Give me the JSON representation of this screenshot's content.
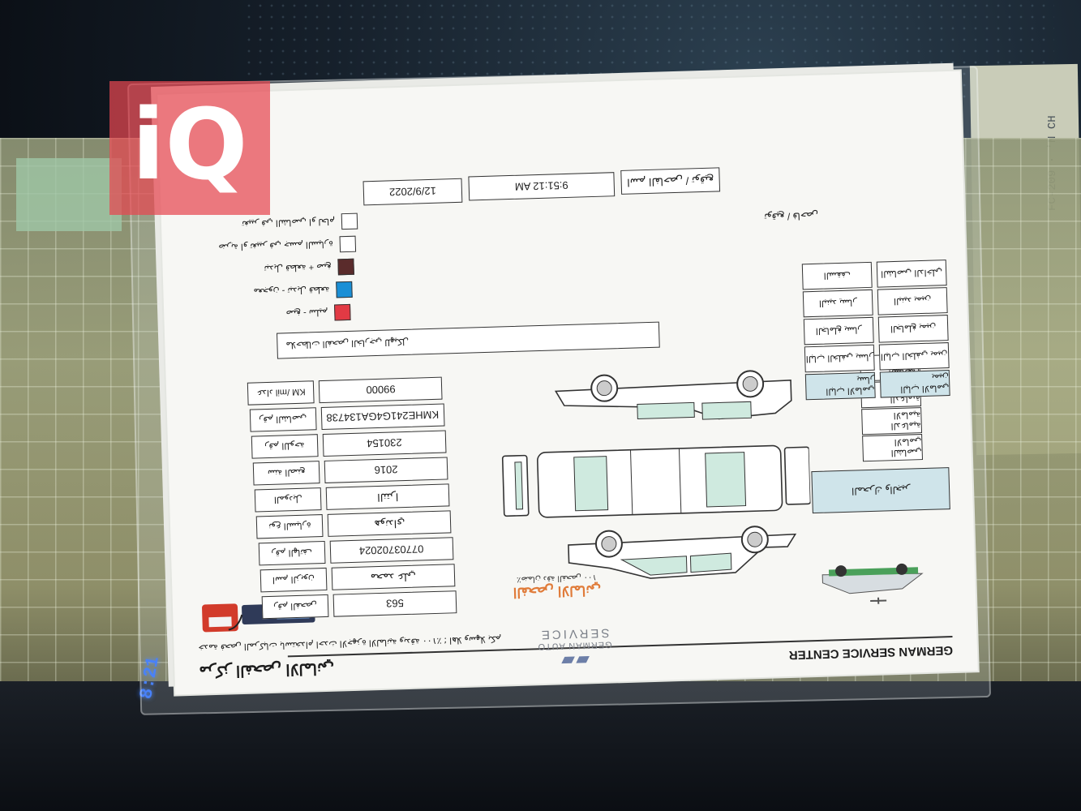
{
  "watermark": {
    "text": "iQ",
    "color": "#e64650"
  },
  "background_text": {
    "right_tag": "FC-209 · 'N CH"
  },
  "led_display": {
    "text": "8:21"
  },
  "form": {
    "header": {
      "company_en": "GERMAN SERVICE CENTER",
      "logo_line1": "GERMAN AUTO",
      "logo_line2": "SERVICE",
      "title_ar": "مركز الفحص الالماني",
      "subtitle_ar": "خدمة فحص المركبات باستخدام احدث الاجهزة الالمانية وبدقة ١٠٠٪ ؛ اهلا وسهلا بكم",
      "section_ar": "الفحص الالماني",
      "subnote_ar": "ضمان دقة الفحص ١٠٠٪"
    },
    "fields": [
      {
        "label": "رقم الفحص",
        "value": "563"
      },
      {
        "label": "اسم الزبون",
        "value": "محمد علي"
      },
      {
        "label": "رقم الهاتف",
        "value": "07703702024"
      },
      {
        "label": "نوع السيارة",
        "value": "هونداي"
      },
      {
        "label": "الموديل",
        "value": "النترا"
      },
      {
        "label": "سنة الصنع",
        "value": "2016"
      },
      {
        "label": "رقم اللوحة",
        "value": "230154"
      },
      {
        "label": "رقم الشاصي",
        "value": "KMHE241G4GA134738"
      },
      {
        "label": "KM /mil عداد",
        "value": "99000"
      }
    ],
    "notes_label": "ملاحظات الفحص الخارجي للهيكل",
    "notes_value": "",
    "diagram_labels": [
      "الشاصي الامامي",
      "الدعامية الامامية",
      "الدعامية الخلفية",
      "الشاصي الخلفي",
      "الباب الامامي يمين",
      "الباب الامامي يسار",
      "الباب الخلفي يمين",
      "الباب الخلفي يسار",
      "الجاملغ يمين",
      "الجاملغ يسار",
      "البنيد يمين",
      "البنيد يسار",
      "الشاصي الداخلي",
      "السقف"
    ],
    "engine_box_label": "المحرك والجير",
    "legend": [
      {
        "label": "صبغ - سليم",
        "color": "#e23a44"
      },
      {
        "label": "معجون - تبديل قطعة",
        "color": "#1a8fd6"
      },
      {
        "label": "تبديل قطعة + صبغ",
        "color": "#5a2b2b"
      },
      {
        "label": "ضربة او تغيير في جسم السيارة",
        "color": "#ffffff"
      },
      {
        "label": "تغيير في الشاصي او لحام",
        "color": "#ffffff"
      }
    ],
    "signature_label": "توقيع / فاحص",
    "inspector_label": "اسم الفاحص / توقيع",
    "time": "9:51:12 AM",
    "date": "12/9/2022"
  }
}
